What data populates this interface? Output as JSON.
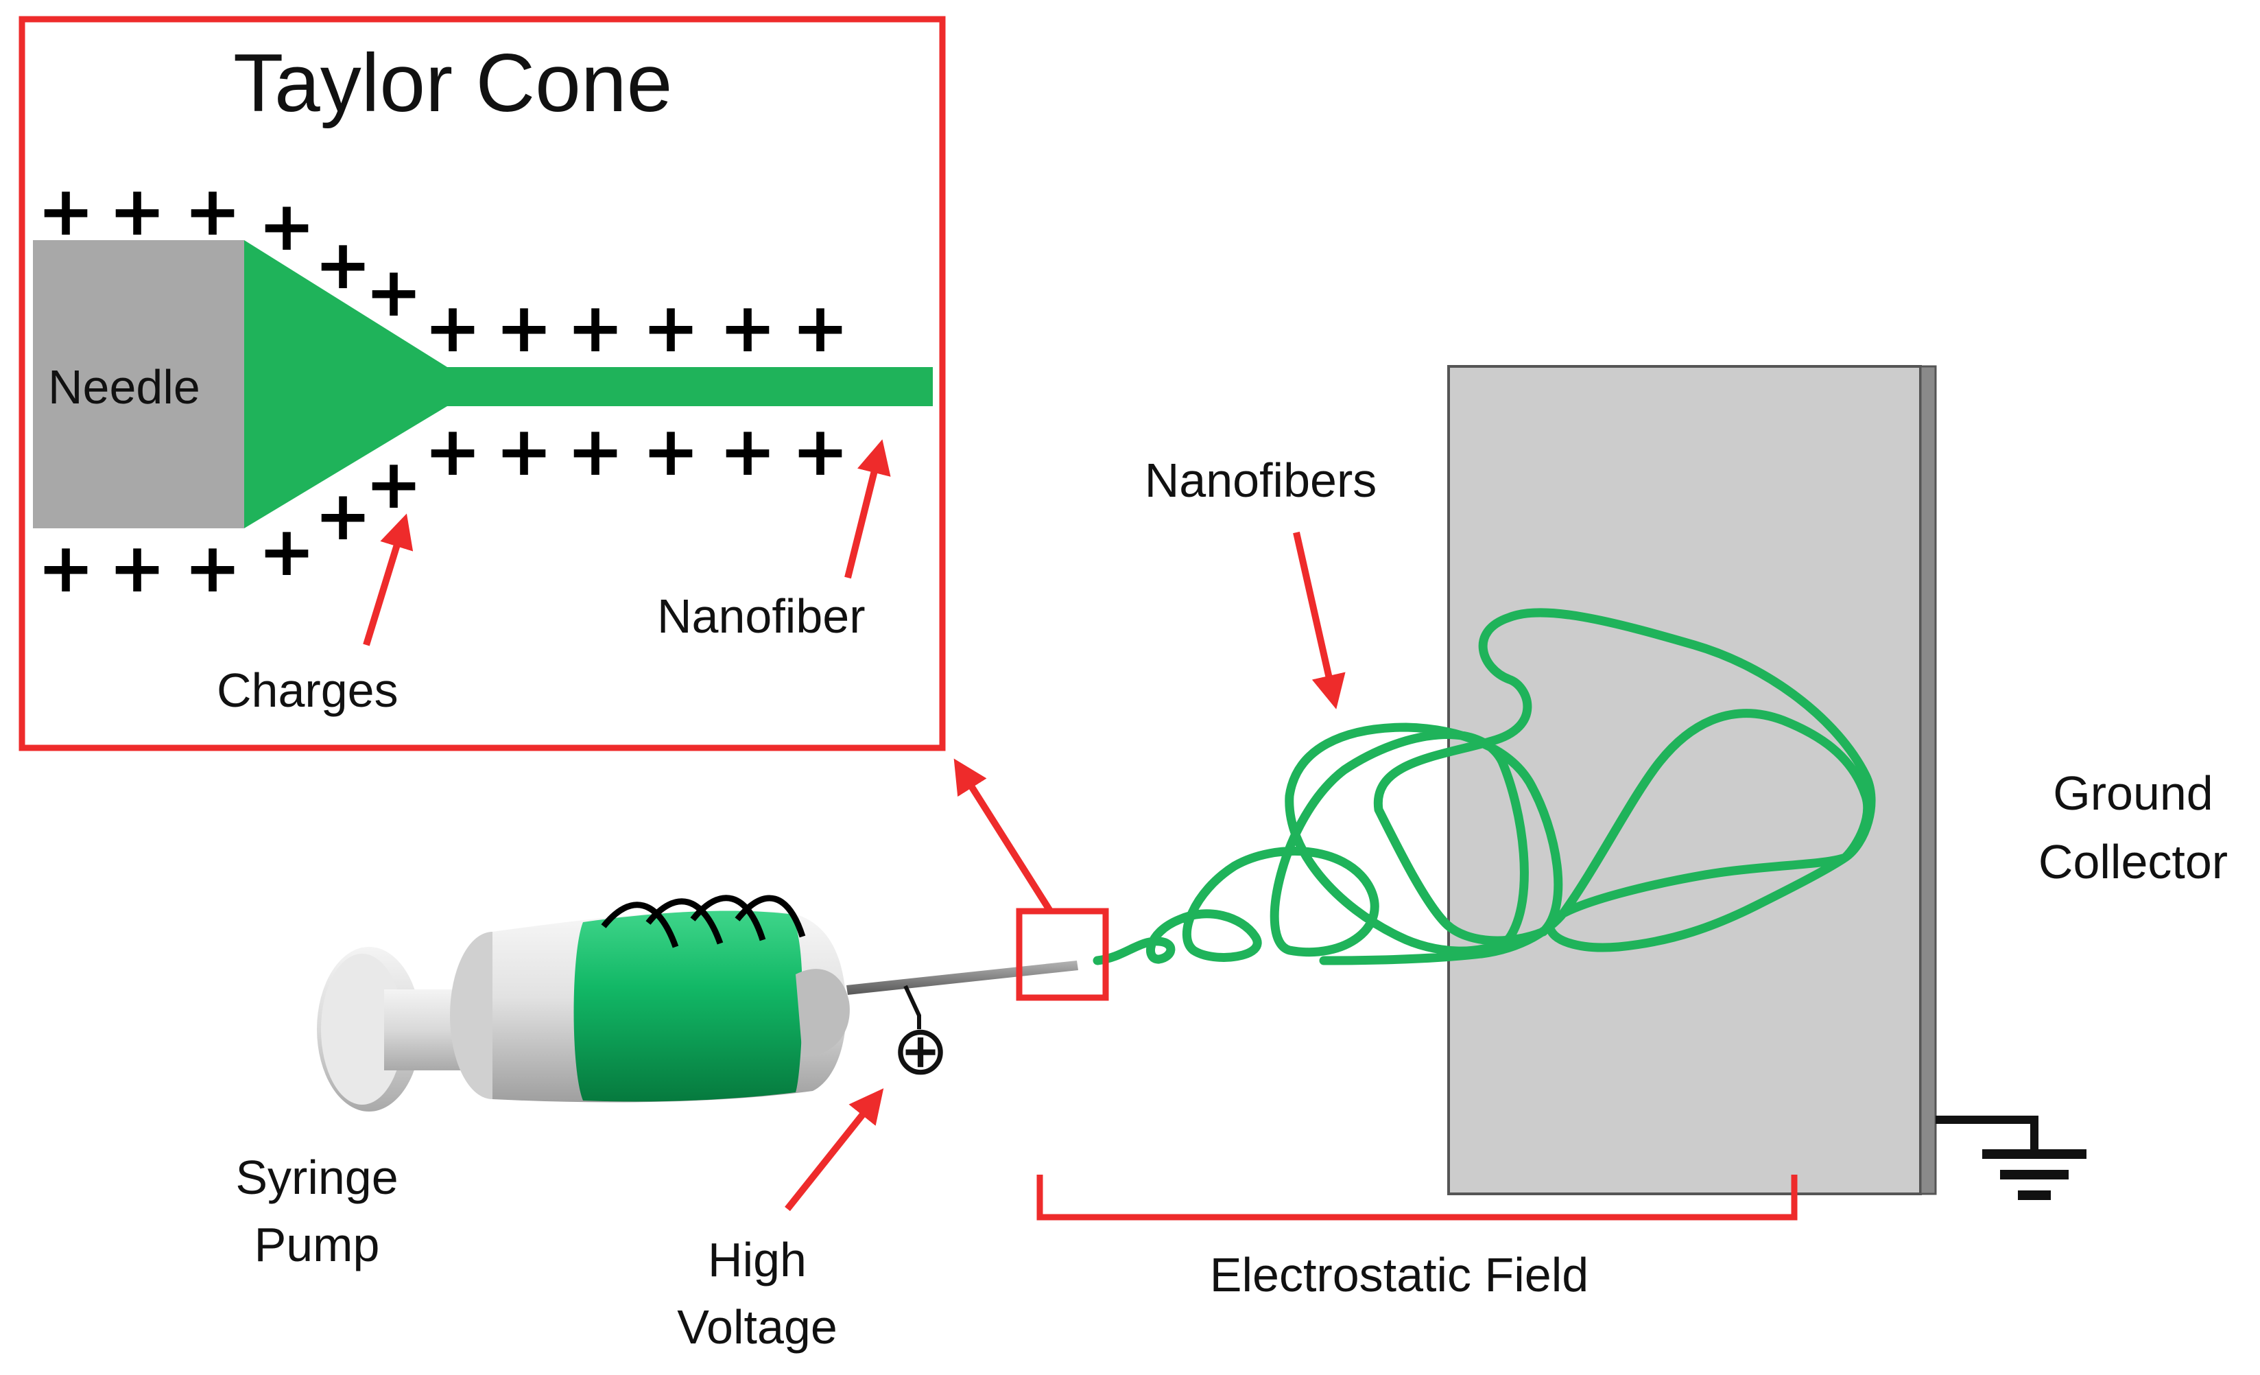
{
  "inset": {
    "title": "Taylor Cone",
    "needle_label": "Needle",
    "charges_label": "Charges",
    "nanofiber_label": "Nanofiber",
    "charge_symbol": "+"
  },
  "apparatus": {
    "syringe_label_line1": "Syringe",
    "syringe_label_line2": "Pump",
    "voltage_label_line1": "High",
    "voltage_label_line2": "Voltage",
    "voltage_symbol": "⊕",
    "nanofibers_label": "Nanofibers",
    "collector_label_line1": "Ground",
    "collector_label_line2": "Collector",
    "field_label": "Electrostatic Field"
  },
  "colors": {
    "accent_red": "#ee2b2b",
    "fiber_green": "#1fb35a",
    "needle_gray": "#a8a8a8",
    "collector_gray": "#cccccc"
  }
}
